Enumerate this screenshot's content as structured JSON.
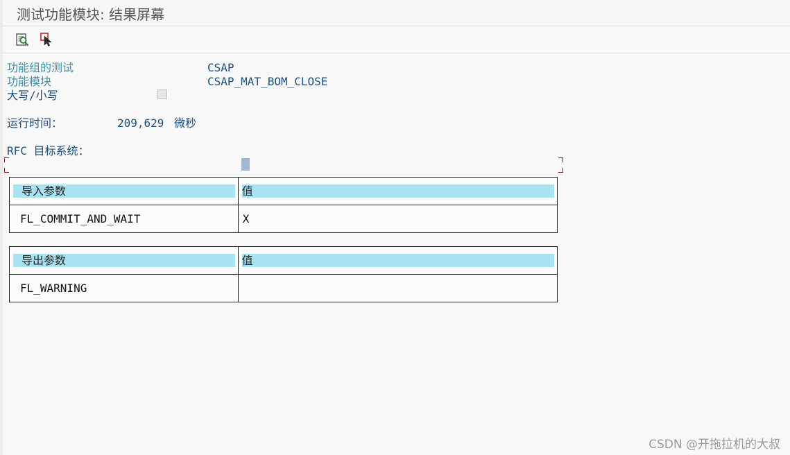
{
  "window": {
    "title": "测试功能模块: 结果屏幕"
  },
  "toolbar": {
    "buttons": [
      {
        "icon": "test-data-icon"
      },
      {
        "icon": "select-cursor-icon"
      }
    ]
  },
  "info": {
    "function_group_label": "功能组的测试",
    "function_group_value": "CSAP",
    "function_module_label": "功能模块",
    "function_module_value": "CSAP_MAT_BOM_CLOSE",
    "case_label": "大写/小写",
    "case_checked": false,
    "runtime_label": "运行时间：",
    "runtime_value": "209,629",
    "runtime_unit": "微秒",
    "rfc_label": "RFC 目标系统："
  },
  "import_table": {
    "header_param": "导入参数",
    "header_value": "值",
    "rows": [
      {
        "param": "FL_COMMIT_AND_WAIT",
        "value": "X"
      }
    ]
  },
  "export_table": {
    "header_param": "导出参数",
    "header_value": "值",
    "rows": [
      {
        "param": "FL_WARNING",
        "value": ""
      }
    ]
  },
  "watermark": "CSDN @开拖拉机的大叔",
  "colors": {
    "header_fill": "#a9e3f1",
    "label_teal": "#3e8fa8",
    "value_blue": "#1d4f7f",
    "bracket_red": "#8b1a1a"
  }
}
